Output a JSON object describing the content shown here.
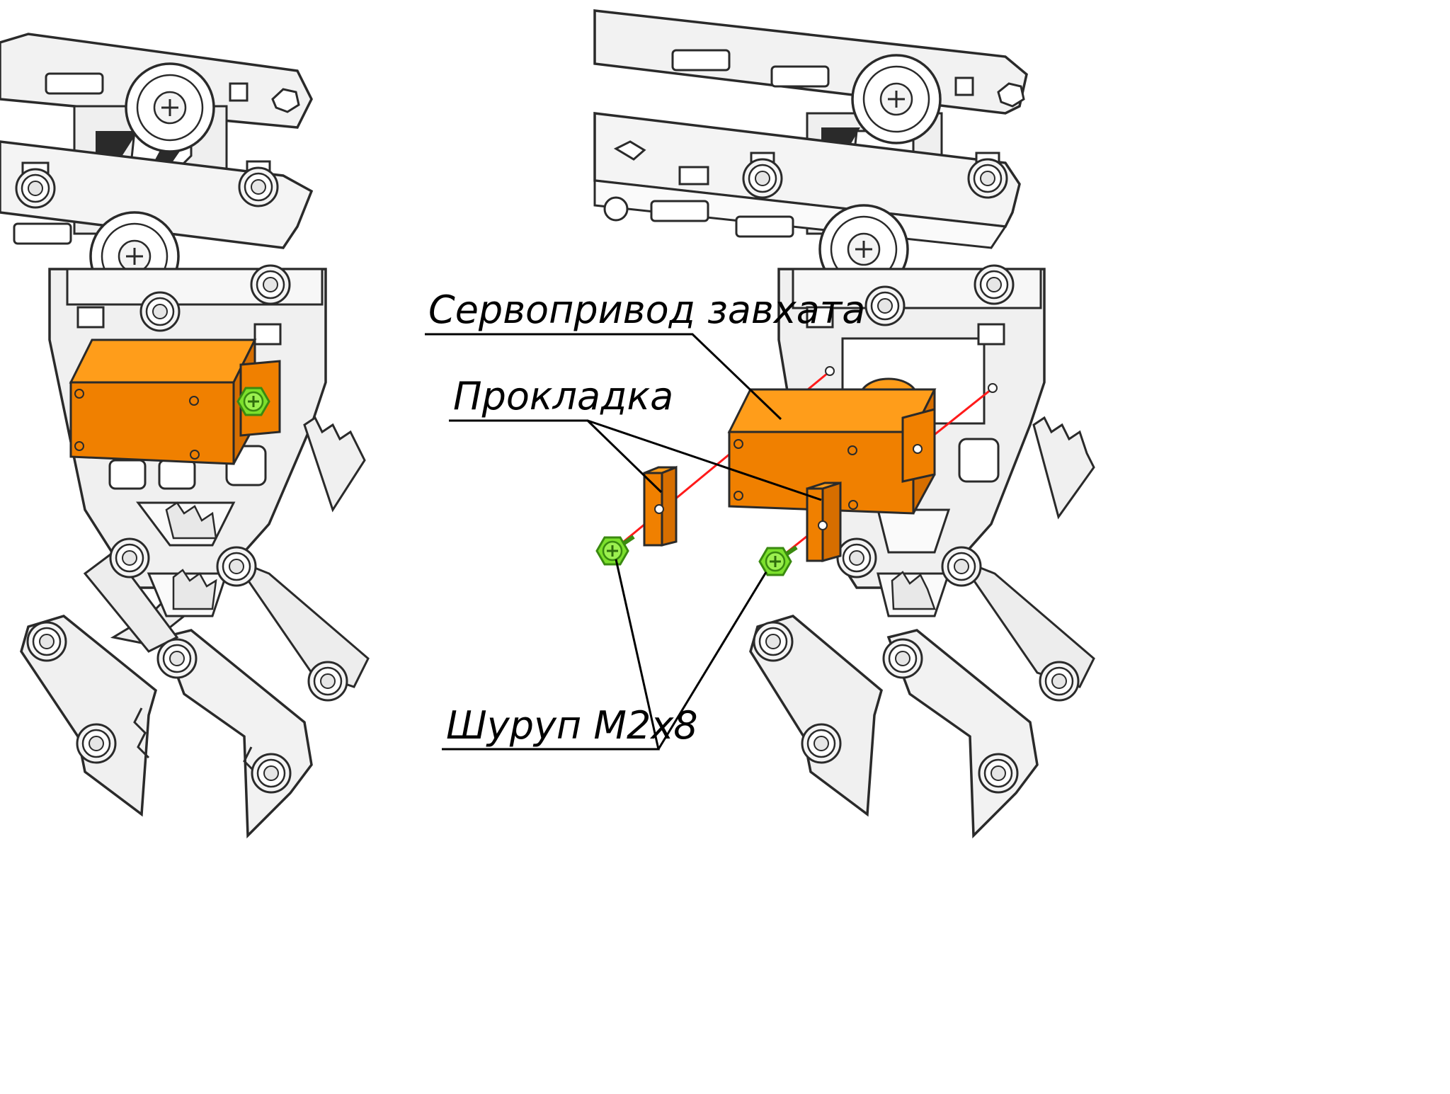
{
  "labels": {
    "servo": "Сервопривод завхата",
    "spacer": "Прокладка",
    "screw": "Шуруп M2x8"
  },
  "colors": {
    "servo_body": "#f08000",
    "servo_light": "#ff9d1a",
    "servo_shade": "#d66e00",
    "screw": "#7ce02c",
    "screw_edge": "#3a8a10",
    "axis_line": "#ff1a1a",
    "part_fill": "#f2f2f2",
    "part_edge": "#2a2a2a",
    "leader": "#000000"
  }
}
